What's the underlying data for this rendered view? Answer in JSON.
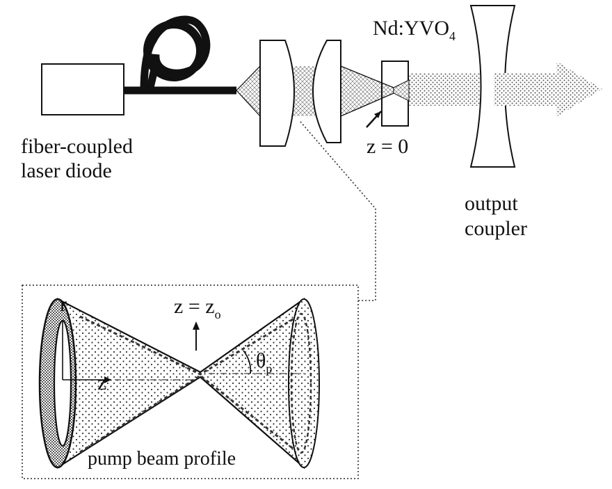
{
  "labels": {
    "crystal": "Nd:YVO",
    "crystal_subscript": "4",
    "z_zero": "z = 0",
    "diode_line1": "fiber-coupled",
    "diode_line2": "laser diode",
    "coupler_line1": "output",
    "coupler_line2": "coupler",
    "waist": "z = z",
    "waist_subscript": "o",
    "r_axis": "r",
    "z_axis": "z",
    "theta": "θ",
    "theta_subscript": "p",
    "inset_caption": "pump beam profile"
  },
  "colors": {
    "stroke": "#111111",
    "pattern_dot": "#333333",
    "background": "#ffffff"
  }
}
